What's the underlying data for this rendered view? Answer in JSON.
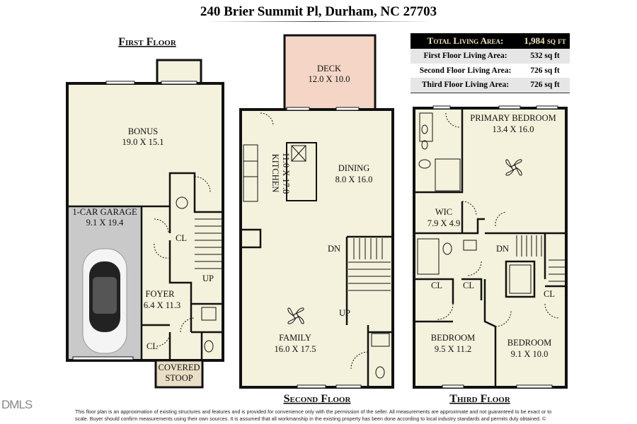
{
  "title": "240 Brier Summit Pl, Durham, NC 27703",
  "area_table": {
    "total_label": "Total Living Area:",
    "total_value": "1,984 sq ft",
    "rows": [
      {
        "label": "First Floor Living Area:",
        "value": "532 sq ft"
      },
      {
        "label": "Second Floor Living Area:",
        "value": "726 sq ft"
      },
      {
        "label": "Third Floor Living Area:",
        "value": "726 sq ft"
      }
    ]
  },
  "floors": {
    "first": {
      "title": "First Floor",
      "rooms": {
        "bonus": {
          "name": "BONUS",
          "dims": "19.0 X 15.1"
        },
        "garage": {
          "name": "1-CAR GARAGE",
          "dims": "9.1 X 19.4"
        },
        "cl1": "CL",
        "up": "UP",
        "foyer": {
          "name": "FOYER",
          "dims": "6.4 X 11.3"
        },
        "cl2": "CL",
        "stoop": {
          "name1": "COVERED",
          "name2": "STOOP"
        }
      }
    },
    "second": {
      "title": "Second Floor",
      "rooms": {
        "deck": {
          "name": "DECK",
          "dims": "12.0 X 10.0"
        },
        "kitchen": {
          "name": "KITCHEN",
          "dims": "11.0 X 17.8"
        },
        "dining": {
          "name": "DINING",
          "dims": "8.0 X 16.0"
        },
        "dn": "DN",
        "up": "UP",
        "family": {
          "name": "FAMILY",
          "dims": "16.0 X 17.5"
        }
      }
    },
    "third": {
      "title": "Third Floor",
      "rooms": {
        "primary": {
          "name": "PRIMARY BEDROOM",
          "dims": "13.4 X 16.0"
        },
        "wic": {
          "name": "WIC",
          "dims": "7.9 X 4.9"
        },
        "dn": "DN",
        "cl1": "CL",
        "cl2": "CL",
        "cl3": "CL",
        "bed2": {
          "name": "BEDROOM",
          "dims": "9.5 X 11.2"
        },
        "bed3": {
          "name": "BEDROOM",
          "dims": "9.1 X 10.0"
        }
      }
    }
  },
  "colors": {
    "room_fill": "#f4f2dc",
    "deck_fill": "#f5d6c6",
    "garage_fill": "#c9c9c9",
    "stoop_fill": "#eadfc6"
  },
  "mls_logo": "DMLS",
  "disclaimer": "This floor plan is an approximation of existing structures and features and is provided for convenience only with the permission of the seller.  All measurements are approximate and not guaranteed to be exact or to scale.  Buyer should confirm measurements using their own sources.  It is assumed that all workmanship in the existing property has been done according to local industry standards and permits duly obtained.  ©"
}
